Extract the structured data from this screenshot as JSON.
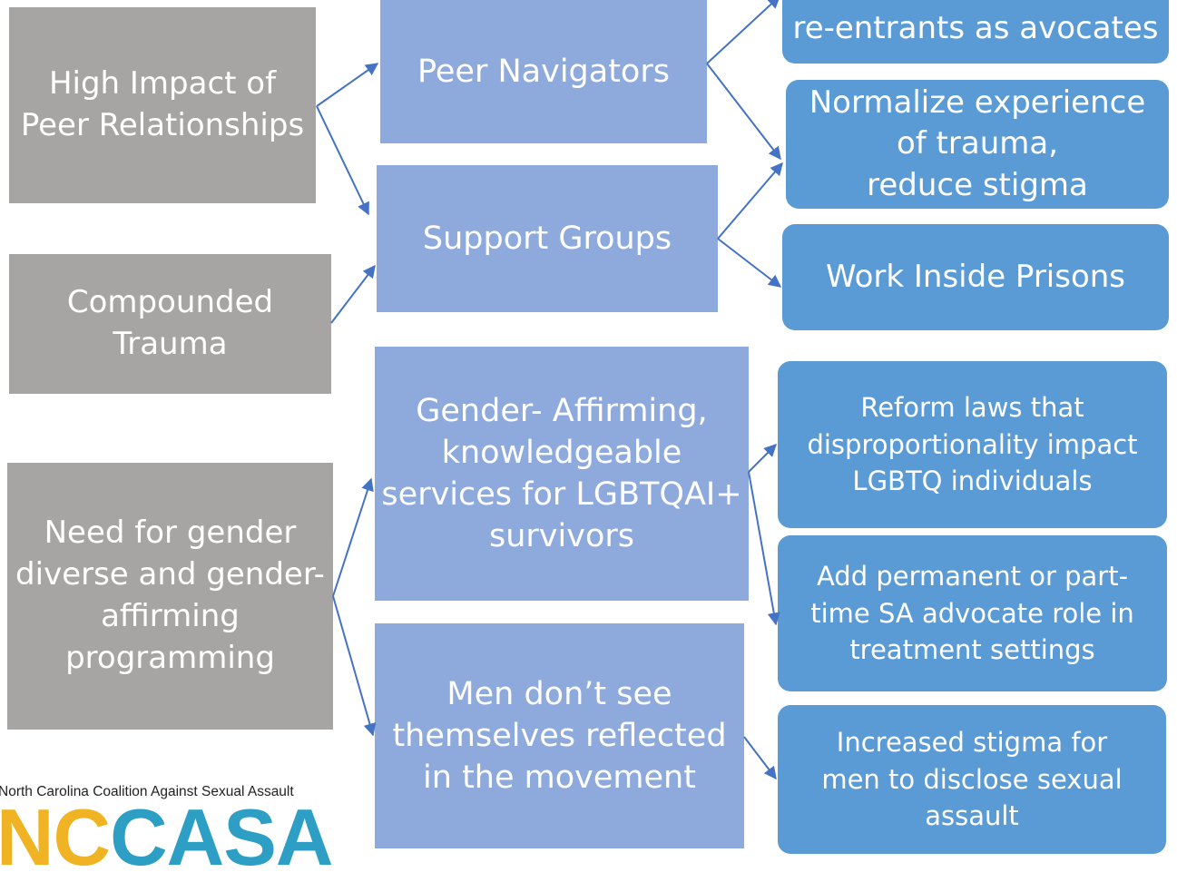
{
  "colors": {
    "left_fill": "#a7a5a3",
    "middle_fill": "#8eaadc",
    "right_fill": "#5b9bd5",
    "arrow": "#4472c4",
    "logo_nc": "#f0b323",
    "logo_casa": "#2d9ec4"
  },
  "left": {
    "peer": "High Impact of\nPeer Relationships",
    "trauma": "Compounded\nTrauma",
    "gender": "Need for gender\ndiverse and gender-\naffirming\nprogramming"
  },
  "middle": {
    "navigators": "Peer Navigators",
    "support": "Support Groups",
    "gender_services": "Gender- Affirming,\nknowledgeable\nservices for LGBTQAI+\nsurvivors",
    "men": "Men don’t see\nthemselves reflected\nin the movement"
  },
  "right": {
    "reentrants": "re-entrants as avocates",
    "normalize": "Normalize experience\nof trauma,\nreduce stigma",
    "prisons": "Work Inside Prisons",
    "reform": "Reform laws that\ndisproportionality impact\nLGBTQ individuals",
    "advocate": "Add permanent or part-\ntime SA advocate role in\ntreatment settings",
    "stigma": "Increased stigma for\nmen to disclose sexual\nassault"
  },
  "logo": {
    "tagline": "North Carolina Coalition Against Sexual Assault",
    "nc": "NC",
    "casa": "CASA"
  }
}
